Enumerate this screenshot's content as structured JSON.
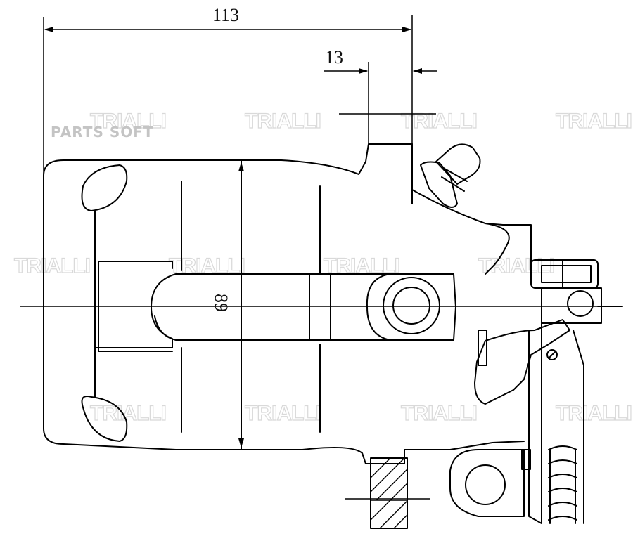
{
  "drawing": {
    "dimensions": {
      "width": "113",
      "inlet": "13",
      "height": "89"
    },
    "brand_watermark": "PARTS SOFT",
    "logo_watermark": "TRIALLI",
    "colors": {
      "line": "#000000",
      "background": "#ffffff",
      "watermark": "#c4c4c4"
    }
  }
}
